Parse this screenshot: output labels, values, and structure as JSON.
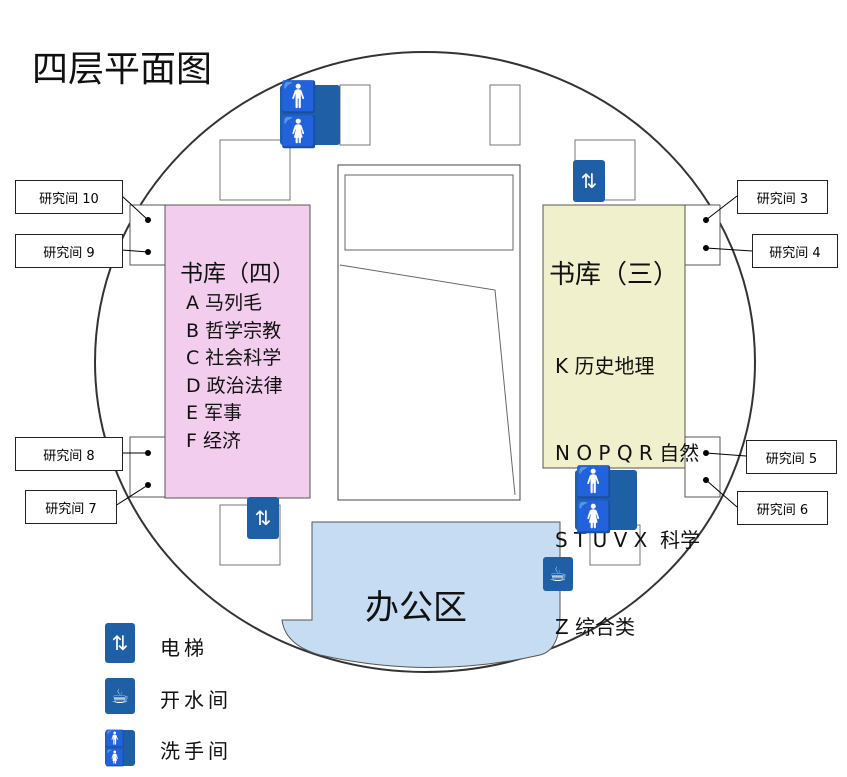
{
  "title": "四层平面图",
  "library_4": {
    "name": "书库（四）",
    "items": [
      "A 马列毛",
      "B 哲学宗教",
      "C 社会科学",
      "D 政治法律",
      "E 军事",
      "F 经济"
    ]
  },
  "library_3": {
    "name": "书库（三）",
    "items": [
      "K 历史地理",
      "N O P Q R 自然",
      "S T U V X  科学",
      "Z 综合类"
    ]
  },
  "office": "办公区",
  "rooms": {
    "r10": "研究间 10",
    "r9": "研究间 9",
    "r8": "研究间 8",
    "r7": "研究间 7",
    "r3": "研究间 3",
    "r4": "研究间 4",
    "r5": "研究间 5",
    "r6": "研究间 6"
  },
  "legend": {
    "elevator": "电梯",
    "water": "开水间",
    "toilet": "洗手间"
  },
  "colors": {
    "library_4": "#f2cdee",
    "library_3": "#f0f0cc",
    "office": "#c6dcf2",
    "icon": "#1f5fa6"
  }
}
